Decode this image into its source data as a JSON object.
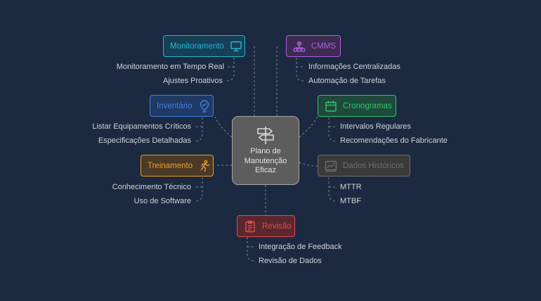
{
  "center": {
    "title_lines": [
      "Plano de",
      "Manutenção",
      "Eficaz"
    ],
    "icon": "signpost-icon"
  },
  "nodes": {
    "monitoramento": {
      "label": "Monitoramento",
      "icon": "monitor-icon",
      "color": "#22b8d6",
      "bg": "#173f55",
      "items": [
        "Monitoramento em Tempo Real",
        "Ajustes Proativos"
      ]
    },
    "cmms": {
      "label": "CMMS",
      "icon": "network-gear-icon",
      "color": "#b15ce0",
      "bg": "#3d2b52",
      "items": [
        "Informações Centralizadas",
        "Automação de Tarefas"
      ]
    },
    "inventario": {
      "label": "Inventário",
      "icon": "location-pin-icon",
      "color": "#3f7fe0",
      "bg": "#1f3a66",
      "items": [
        "Listar Equipamentos Críticos",
        "Especificações Detalhadas"
      ]
    },
    "cronogramas": {
      "label": "Cronogramas",
      "icon": "calendar-icon",
      "color": "#2fc46e",
      "bg": "#1d4a3a",
      "items": [
        "Intervalos Regulares",
        "Recomendações do Fabricante"
      ]
    },
    "treinamento": {
      "label": "Treinamento",
      "icon": "running-person-icon",
      "color": "#f09a2e",
      "bg": "#4b3a25",
      "items": [
        "Conhecimento Técnico",
        "Uso de Software"
      ]
    },
    "dados_historicos": {
      "label": "Dados Históricos",
      "icon": "trend-chart-icon",
      "color": "#6e6e6e",
      "bg": "#3a3a3a",
      "items": [
        "MTTR",
        "MTBF"
      ]
    },
    "revisao": {
      "label": "Revisão",
      "icon": "clipboard-icon",
      "color": "#e24b4b",
      "bg": "#5a2730",
      "items": [
        "Integração de Feedback",
        "Revisão de Dados"
      ]
    }
  }
}
